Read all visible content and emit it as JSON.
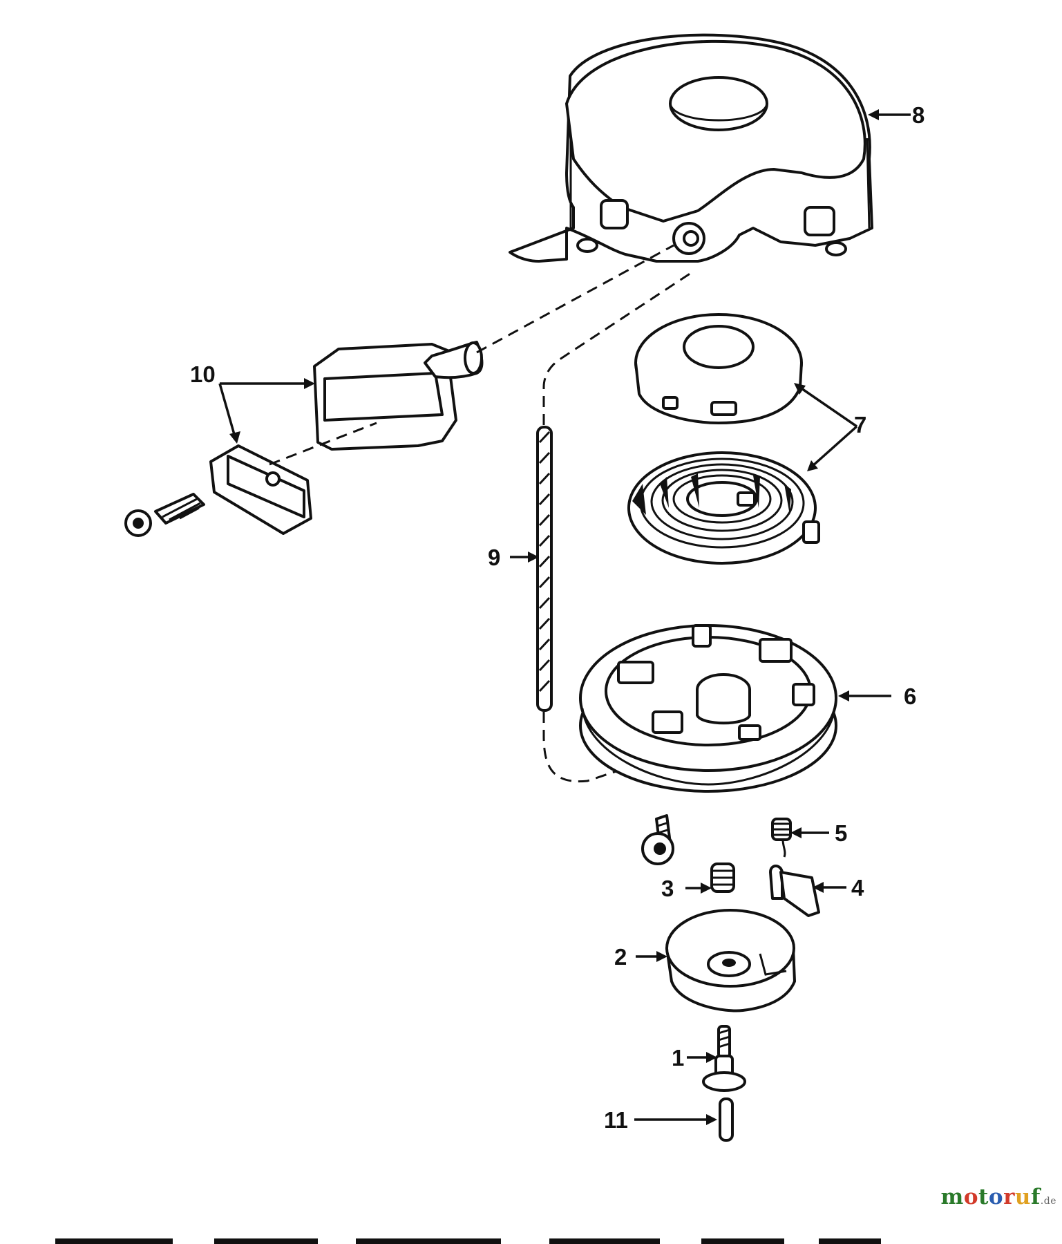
{
  "diagram": {
    "callouts": [
      {
        "id": "1",
        "label": "1"
      },
      {
        "id": "2",
        "label": "2"
      },
      {
        "id": "3",
        "label": "3"
      },
      {
        "id": "4",
        "label": "4"
      },
      {
        "id": "5",
        "label": "5"
      },
      {
        "id": "6",
        "label": "6"
      },
      {
        "id": "7",
        "label": "7"
      },
      {
        "id": "8",
        "label": "8"
      },
      {
        "id": "9",
        "label": "9"
      },
      {
        "id": "10",
        "label": "10"
      },
      {
        "id": "11",
        "label": "11"
      }
    ],
    "parts": [
      "starter-housing",
      "recoil-spring-and-cup",
      "pulley",
      "rope",
      "handle-with-insert",
      "pawl",
      "pawl-spring",
      "brake-spring",
      "retainer-cup",
      "center-screw",
      "pin"
    ]
  },
  "watermark": {
    "letters": [
      "m",
      "o",
      "t",
      "o",
      "r",
      "u",
      "f"
    ],
    "letter_colors": [
      "#2a7a2a",
      "#d23a2a",
      "#2a7a2a",
      "#2a5db0",
      "#d23a2a",
      "#e0a020",
      "#2a7a2a"
    ],
    "suffix": ".de"
  }
}
